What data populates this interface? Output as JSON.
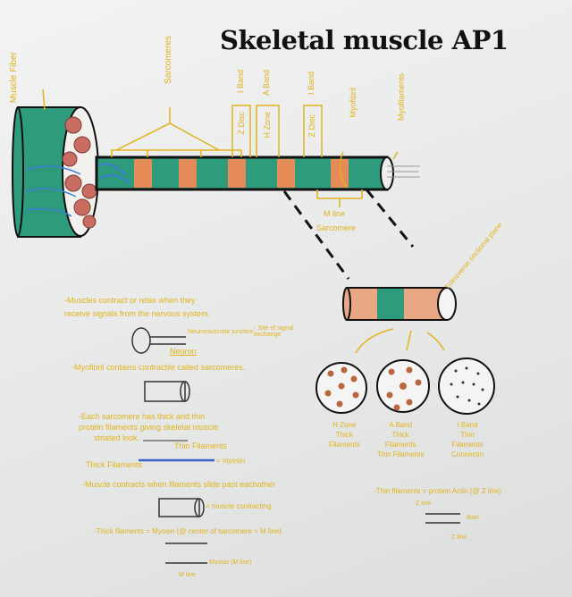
{
  "title": "Skeletal muscle AP1",
  "colors": {
    "marker_yellow": "#e2b21c",
    "teal": "#1f8a6e",
    "orange": "#e58b5a",
    "blue": "#3a7fd0",
    "ink": "#111111"
  },
  "labels": {
    "muscle_fiber": "Muscle Fiber",
    "sarcomeres": "Sarcomeres",
    "i_band_1": "I Band",
    "a_band": "A Band",
    "i_band_2": "I Band",
    "z_disc_1": "Z Disc",
    "h_zone": "H Zone",
    "z_disc_2": "Z Disc",
    "myofibril": "Myofibril",
    "myofilaments": "Myofilaments",
    "m_line": "M line",
    "sarcomere": "Sarcomere",
    "transverse_plane": "Transverse sectional plane"
  },
  "cross_sections": [
    {
      "title": "H Zone",
      "lines": [
        "Thick",
        "Filaments"
      ]
    },
    {
      "title": "A Band",
      "lines": [
        "Thick",
        "Filaments",
        "Thin Filaments"
      ]
    },
    {
      "title": "I Band",
      "lines": [
        "Thin",
        "Filaments",
        "Connectin"
      ]
    }
  ],
  "notes": {
    "n1a": "-Muscles contract or relax when they",
    "n1b": "receive signals from the nervous system.",
    "nmj": "Neuromuscular junction",
    "nmj_site": "- Site of signal exchange",
    "neuron": "Neuron",
    "n2": "-Myofibril contains contractile called sarcomeres.",
    "n3a": "-Each sarcomere has thick and thin",
    "n3b": "protein filaments giving skeletal muscle",
    "n3c": "striated look.",
    "thin_filaments": "Thin Filaments",
    "thick_filaments": "Thick Filaments",
    "myosin": "= myosin",
    "n4": "-Muscle contracts when filaments slide past eachother",
    "contracting": "= muscle contracting",
    "n5": "-Thick filaments = Myosin (@ center of sarcomere = M line)",
    "m_line_note": "M line",
    "myosin_m_line": "Myosin (M line)",
    "n6": "-Thin filaments = protein Actin (@ Z line)",
    "z_line": "Z line",
    "actin_size": "8nm"
  }
}
